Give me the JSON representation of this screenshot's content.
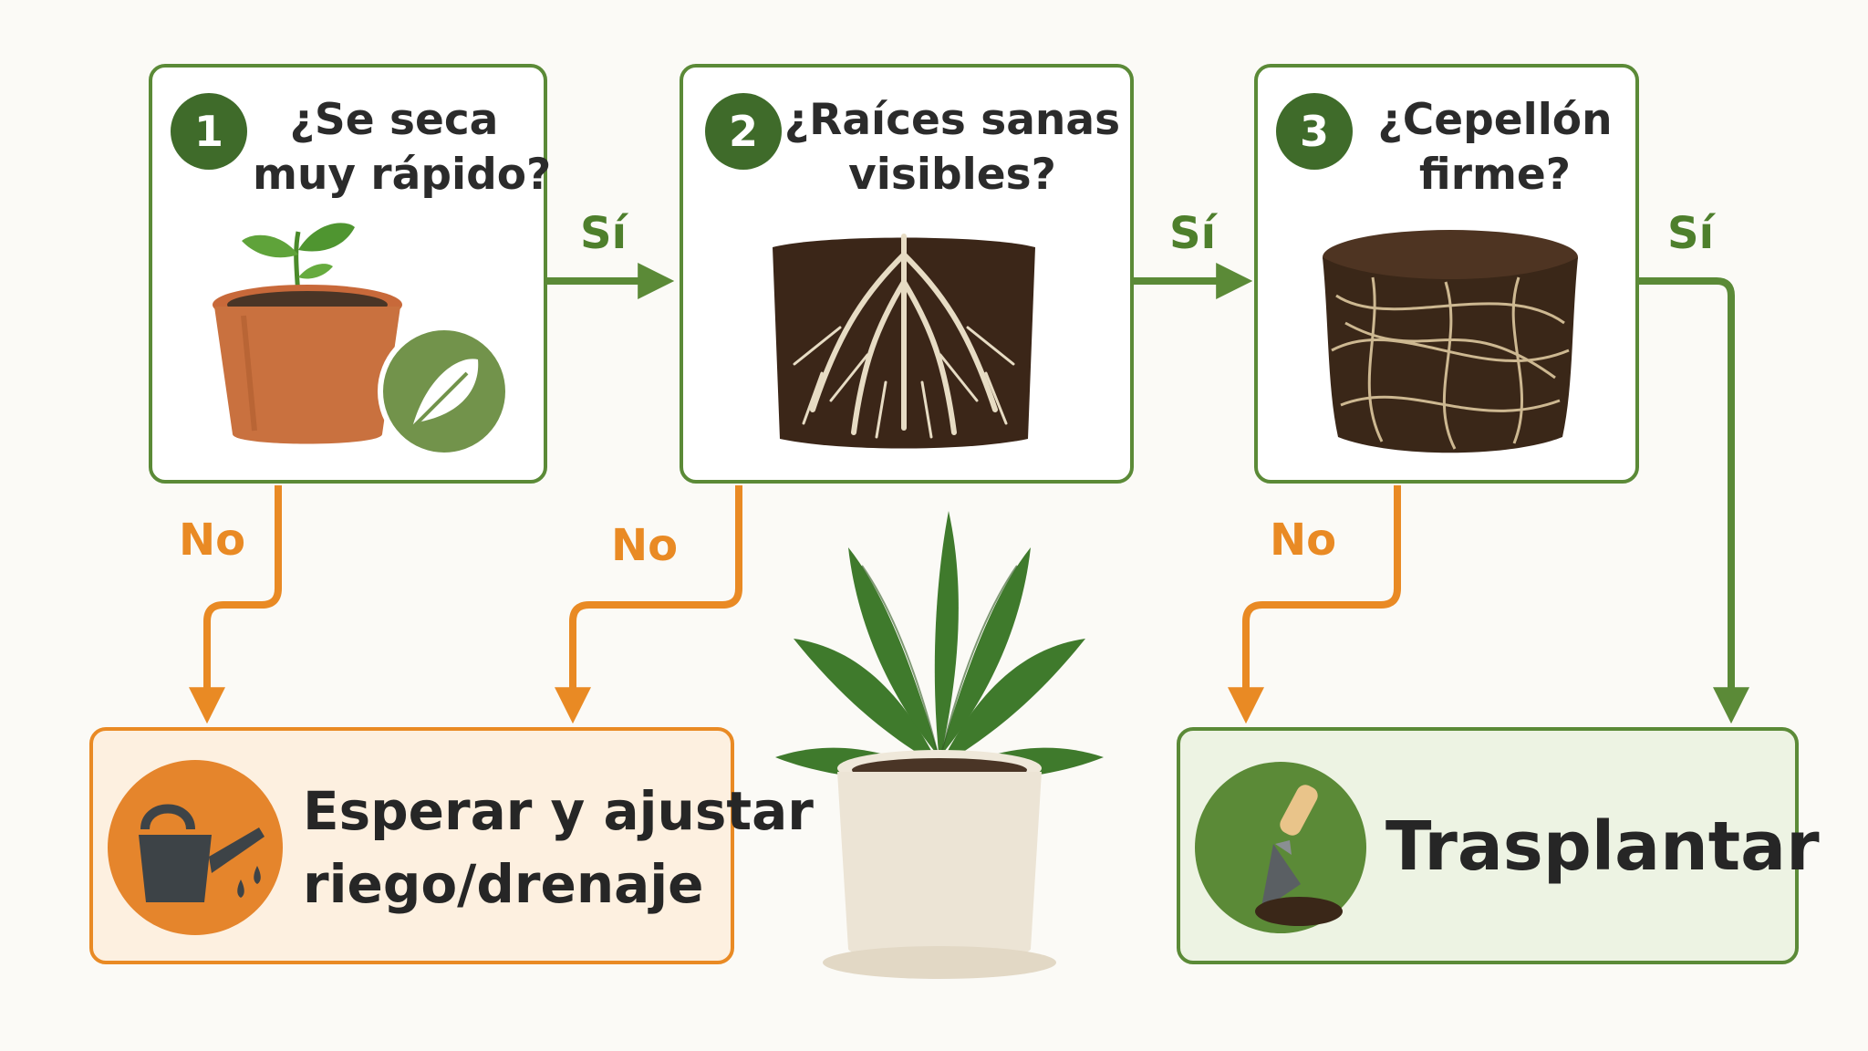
{
  "steps": [
    {
      "number": "1",
      "question_line1": "¿Se seca",
      "question_line2": "muy rápido?"
    },
    {
      "number": "2",
      "question_line1": "¿Raíces sanas",
      "question_line2": "visibles?"
    },
    {
      "number": "3",
      "question_line1": "¿Cepellón",
      "question_line2": "firme?"
    }
  ],
  "labels": {
    "yes1": "Sí",
    "yes2": "Sí",
    "yes3": "Sí",
    "no1": "No",
    "no2": "No",
    "no3": "No"
  },
  "outcomes": {
    "wait_line1": "Esperar y ajustar",
    "wait_line2": "riego/drenaje",
    "transplant": "Trasplantar"
  },
  "colors": {
    "green": "#5b8a37",
    "orange": "#e98a24",
    "dark_green": "#3f6b2a"
  },
  "icons": [
    "leaf-icon",
    "watering-can-icon",
    "trowel-icon"
  ]
}
